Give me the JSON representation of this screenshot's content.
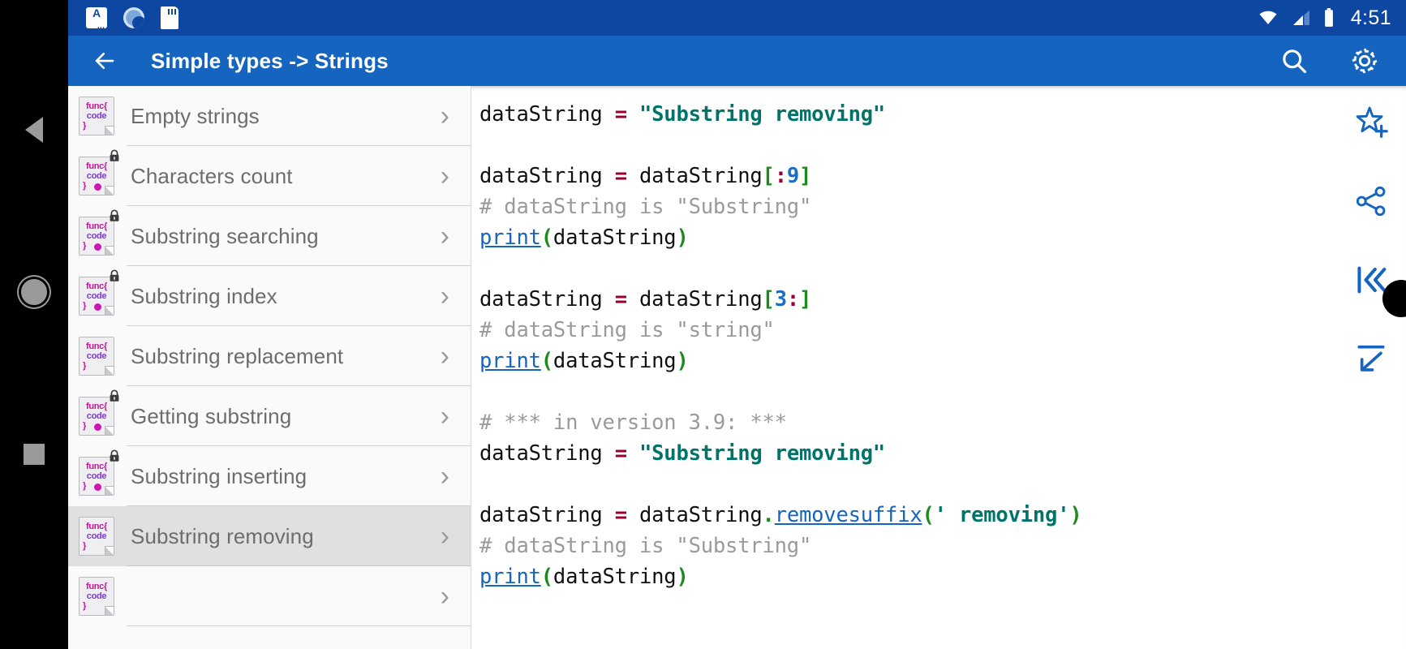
{
  "status_bar": {
    "time": "4:51",
    "icons_left": [
      "aa-notification-icon",
      "sync-spinner-icon",
      "sd-card-icon"
    ],
    "icons_right": [
      "wifi-icon",
      "cell-signal-icon",
      "battery-icon"
    ]
  },
  "app_bar": {
    "back_label": "←",
    "title": "Simple types -> Strings",
    "actions": [
      {
        "name": "search-icon",
        "label": "Search"
      },
      {
        "name": "gear-icon",
        "label": "Settings"
      }
    ]
  },
  "nav_bar": {
    "back": "back-nav-button",
    "home": "home-nav-button",
    "recents": "recents-nav-button"
  },
  "sidebar": {
    "items": [
      {
        "label": "Empty strings",
        "locked": false,
        "dot": false,
        "selected": false
      },
      {
        "label": "Characters count",
        "locked": true,
        "dot": true,
        "selected": false
      },
      {
        "label": "Substring searching",
        "locked": true,
        "dot": true,
        "selected": false
      },
      {
        "label": "Substring index",
        "locked": true,
        "dot": true,
        "selected": false
      },
      {
        "label": "Substring replacement",
        "locked": false,
        "dot": false,
        "selected": false
      },
      {
        "label": "Getting substring",
        "locked": true,
        "dot": true,
        "selected": false
      },
      {
        "label": "Substring inserting",
        "locked": true,
        "dot": true,
        "selected": false
      },
      {
        "label": "Substring removing",
        "locked": false,
        "dot": false,
        "selected": true
      },
      {
        "label": "",
        "locked": false,
        "dot": false,
        "selected": false
      }
    ],
    "chevron": "›",
    "icon_text": {
      "line1": "func{",
      "line2": "code",
      "line3": "}"
    }
  },
  "code": {
    "language": "python",
    "lines": [
      [
        {
          "t": "dataString ",
          "c": "t-var"
        },
        {
          "t": "=",
          "c": "t-op"
        },
        {
          "t": " ",
          "c": "t-var"
        },
        {
          "t": "\"Substring removing\"",
          "c": "t-str"
        }
      ],
      [],
      [
        {
          "t": "dataString ",
          "c": "t-var"
        },
        {
          "t": "=",
          "c": "t-op"
        },
        {
          "t": " dataString",
          "c": "t-var"
        },
        {
          "t": "[",
          "c": "t-brk"
        },
        {
          "t": ":",
          "c": "t-op"
        },
        {
          "t": "9",
          "c": "t-num"
        },
        {
          "t": "]",
          "c": "t-brk"
        }
      ],
      [
        {
          "t": "# dataString is \"Substring\"",
          "c": "t-com"
        }
      ],
      [
        {
          "t": "print",
          "c": "t-fn"
        },
        {
          "t": "(",
          "c": "t-brk"
        },
        {
          "t": "dataString",
          "c": "t-var"
        },
        {
          "t": ")",
          "c": "t-brk"
        }
      ],
      [],
      [
        {
          "t": "dataString ",
          "c": "t-var"
        },
        {
          "t": "=",
          "c": "t-op"
        },
        {
          "t": " dataString",
          "c": "t-var"
        },
        {
          "t": "[",
          "c": "t-brk"
        },
        {
          "t": "3",
          "c": "t-num"
        },
        {
          "t": ":",
          "c": "t-op"
        },
        {
          "t": "]",
          "c": "t-brk"
        }
      ],
      [
        {
          "t": "# dataString is \"string\"",
          "c": "t-com"
        }
      ],
      [
        {
          "t": "print",
          "c": "t-fn"
        },
        {
          "t": "(",
          "c": "t-brk"
        },
        {
          "t": "dataString",
          "c": "t-var"
        },
        {
          "t": ")",
          "c": "t-brk"
        }
      ],
      [],
      [
        {
          "t": "# *** in version 3.9: ***",
          "c": "t-com"
        }
      ],
      [
        {
          "t": "dataString ",
          "c": "t-var"
        },
        {
          "t": "=",
          "c": "t-op"
        },
        {
          "t": " ",
          "c": "t-var"
        },
        {
          "t": "\"Substring removing\"",
          "c": "t-str"
        }
      ],
      [],
      [
        {
          "t": "dataString ",
          "c": "t-var"
        },
        {
          "t": "=",
          "c": "t-op"
        },
        {
          "t": " dataString",
          "c": "t-var"
        },
        {
          "t": ".",
          "c": "t-brk"
        },
        {
          "t": "removesuffix",
          "c": "t-fn"
        },
        {
          "t": "(",
          "c": "t-brk"
        },
        {
          "t": "' removing'",
          "c": "t-str"
        },
        {
          "t": ")",
          "c": "t-brk"
        }
      ],
      [
        {
          "t": "# dataString is \"Substring\"",
          "c": "t-com"
        }
      ],
      [
        {
          "t": "print",
          "c": "t-fn"
        },
        {
          "t": "(",
          "c": "t-brk"
        },
        {
          "t": "dataString",
          "c": "t-var"
        },
        {
          "t": ")",
          "c": "t-brk"
        }
      ]
    ]
  },
  "action_rail": {
    "items": [
      {
        "name": "add-to-favorites-icon",
        "label": "Add to favorites"
      },
      {
        "name": "share-icon",
        "label": "Share"
      },
      {
        "name": "skip-to-start-icon",
        "label": "Go to first"
      },
      {
        "name": "collapse-down-icon",
        "label": "Collapse"
      }
    ]
  },
  "colors": {
    "status_bar": "#0d47a1",
    "app_bar": "#1565c0",
    "accent": "#1565c0",
    "selected_row": "#e0e0e0",
    "string": "#00736b",
    "comment": "#9a9a9a",
    "operator": "#990033",
    "bracket": "#1e8a1e",
    "number": "#1a6fc4"
  }
}
